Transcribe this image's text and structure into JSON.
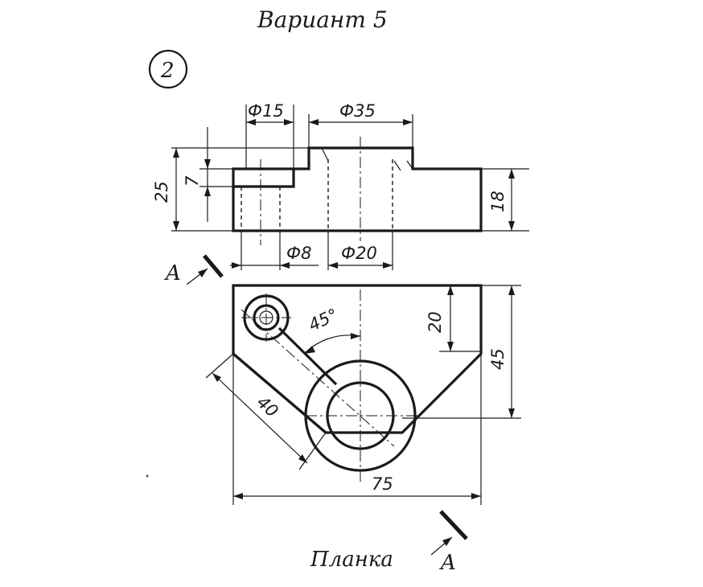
{
  "title": "Вариант 5",
  "number": "2",
  "caption": "Планка",
  "section_label_top": "A",
  "section_label_bottom": "A",
  "dimensions": {
    "d15": "Ф15",
    "d35": "Ф35",
    "h25": "25",
    "h7": "7",
    "h18": "18",
    "d8": "Ф8",
    "d20": "Ф20",
    "angle45": "45°",
    "h20": "20",
    "h45": "45",
    "len40": "40",
    "len75": "75"
  }
}
